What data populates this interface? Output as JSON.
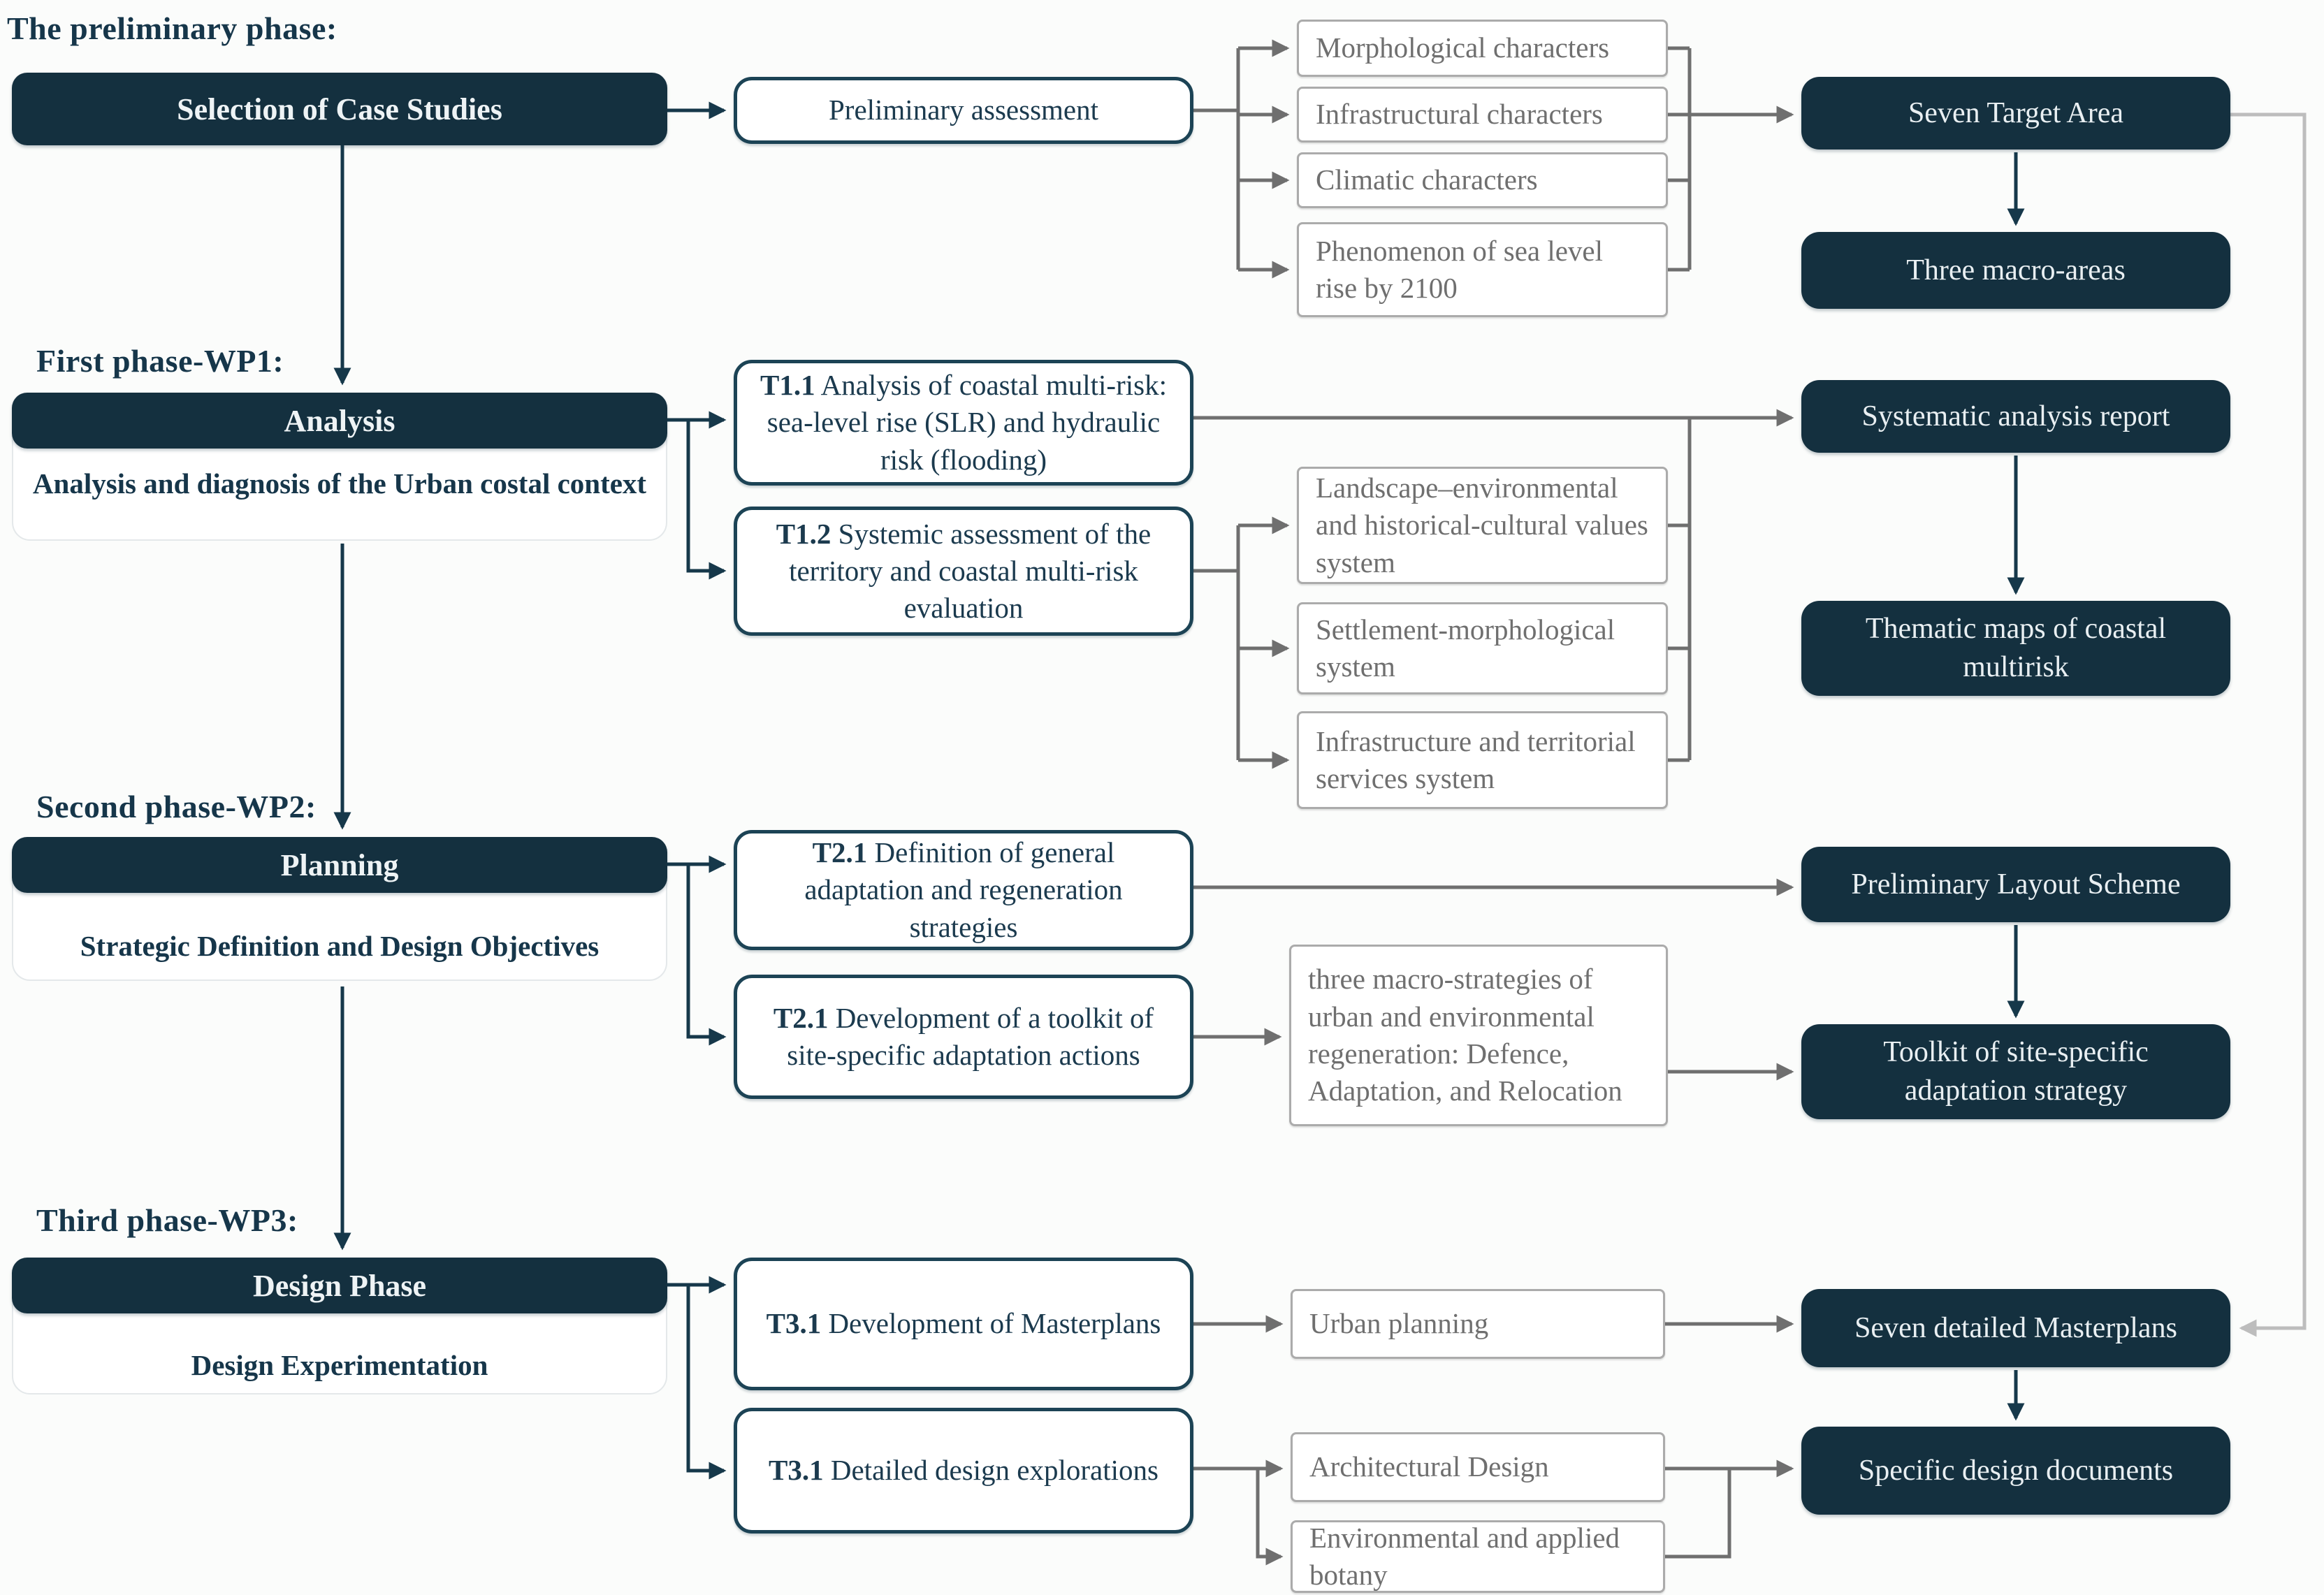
{
  "colors": {
    "dark_navy_fill": "#14303f",
    "navy_text": "#1b3a4e",
    "teal_box_border": "#1c4355",
    "gray_box_border": "#ababab",
    "gray_box_text": "#6f6f6f",
    "gray_connector": "#6f6f6f",
    "light_gray_connector": "#bdbdbd",
    "navy_connector": "#16384a",
    "background": "#fbfcfb"
  },
  "headings": {
    "preliminary": "The preliminary phase:",
    "wp1": "First phase-WP1:",
    "wp2": "Second phase-WP2:",
    "wp3": "Third phase-WP3:"
  },
  "phase_bars": {
    "selection": {
      "label": "Selection of Case Studies"
    },
    "analysis": {
      "label": "Analysis",
      "subtitle": "Analysis and diagnosis of the Urban costal context"
    },
    "planning": {
      "label": "Planning",
      "subtitle": "Strategic Definition and Design Objectives"
    },
    "design": {
      "label": "Design Phase",
      "subtitle": "Design Experimentation"
    }
  },
  "task_boxes": {
    "preliminary_assessment": {
      "text": "Preliminary assessment"
    },
    "t11": {
      "prefix": "T1.1",
      "text": " Analysis of coastal multi-risk: sea-level rise (SLR) and hydraulic risk (flooding)"
    },
    "t12": {
      "prefix": "T1.2",
      "text": " Systemic assessment of the territory and coastal multi-risk evaluation"
    },
    "t21a": {
      "prefix": "T2.1",
      "text": " Definition of general adaptation and regeneration strategies"
    },
    "t21b": {
      "prefix": "T2.1",
      "text": " Development of a toolkit of site-specific adaptation actions"
    },
    "t31a": {
      "prefix": "T3.1",
      "text": " Development of Masterplans"
    },
    "t31b": {
      "prefix": "T3.1",
      "text": " Detailed design explorations"
    }
  },
  "criteria_boxes": {
    "morphological": "Morphological characters",
    "infrastructural": "Infrastructural characters",
    "climatic": "Climatic characters",
    "sea_level_rise": "Phenomenon of sea level rise by 2100",
    "landscape_values": "Landscape–environmental and historical-cultural values system",
    "settlement_system": "Settlement-morphological system",
    "infrastructure_services": "Infrastructure and territorial services system",
    "macro_strategies": "three macro-strategies of urban and environmental regeneration: Defence, Adaptation, and Relocation",
    "urban_planning": "Urban planning",
    "architectural_design": "Architectural Design",
    "environmental_botany": "Environmental and applied botany"
  },
  "output_boxes": {
    "seven_target_area": "Seven Target Area",
    "three_macro_areas": "Three macro-areas",
    "systematic_report": "Systematic analysis report",
    "thematic_maps": "Thematic maps of coastal multirisk",
    "layout_scheme": "Preliminary Layout Scheme",
    "toolkit_strategy": "Toolkit of site-specific adaptation strategy",
    "detailed_masterplans": "Seven detailed Masterplans",
    "design_documents": "Specific design documents"
  }
}
